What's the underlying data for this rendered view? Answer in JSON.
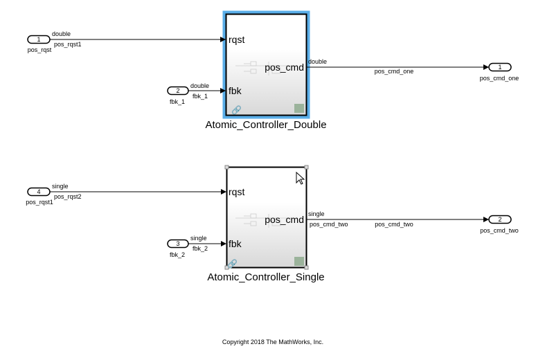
{
  "blocks": [
    {
      "name": "Atomic_Controller_Double",
      "in1": "rqst",
      "in2": "fbk",
      "out": "pos_cmd",
      "selected": true
    },
    {
      "name": "Atomic_Controller_Single",
      "in1": "rqst",
      "in2": "fbk",
      "out": "pos_cmd",
      "selected": false
    }
  ],
  "inports": [
    {
      "num": "1",
      "name": "pos_rqst",
      "type": "double",
      "signal": "pos_rqst1"
    },
    {
      "num": "2",
      "name": "fbk_1",
      "type": "double",
      "signal": "fbk_1"
    },
    {
      "num": "4",
      "name": "pos_rqst1",
      "type": "single",
      "signal": "pos_rqst2"
    },
    {
      "num": "3",
      "name": "fbk_2",
      "type": "single",
      "signal": "fbk_2"
    }
  ],
  "outports": [
    {
      "num": "1",
      "name": "pos_cmd_one",
      "type": "double",
      "signal": "pos_cmd_one"
    },
    {
      "num": "2",
      "name": "pos_cmd_two",
      "type": "single",
      "signal": "pos_cmd_two",
      "signal_src": "pos_cmd_two"
    }
  ],
  "footer": "Copyright 2018 The MathWorks, Inc.",
  "colors": {
    "selection": "#5aaee8",
    "line": "#000000"
  }
}
